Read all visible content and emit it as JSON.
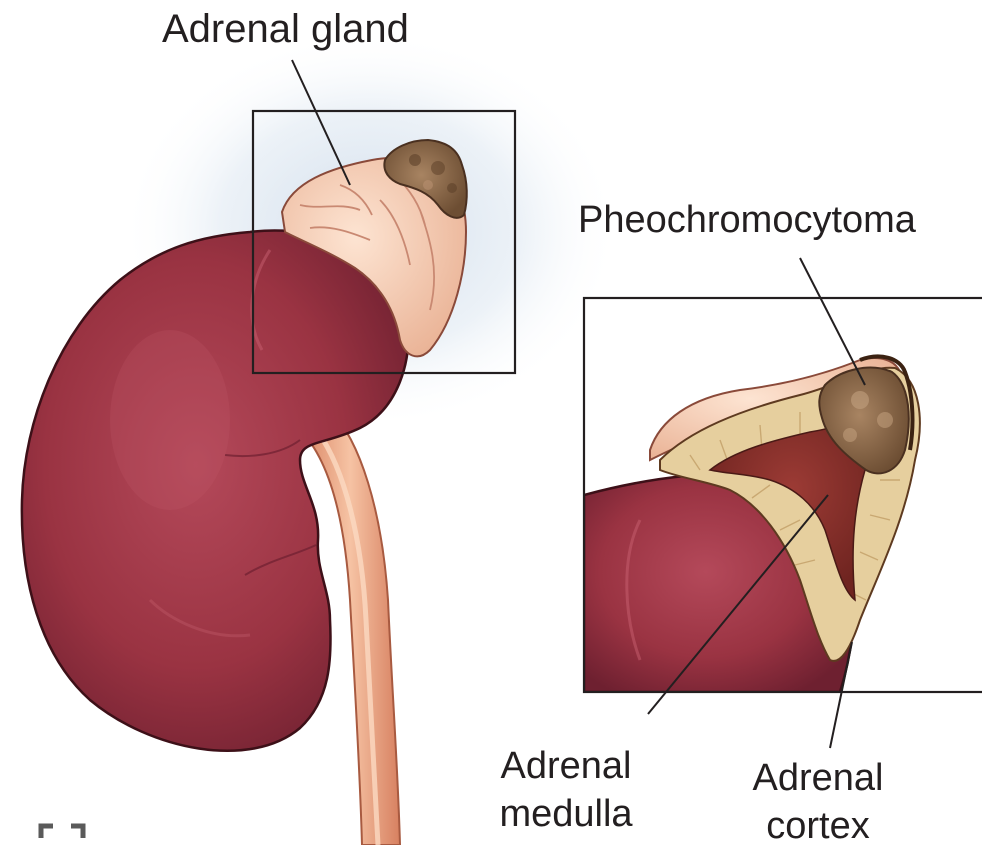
{
  "labels": {
    "adrenal_gland": "Adrenal gland",
    "pheochromocytoma": "Pheochromocytoma",
    "adrenal_medulla_line1": "Adrenal",
    "adrenal_medulla_line2": "medulla",
    "adrenal_cortex_line1": "Adrenal",
    "adrenal_cortex_line2": "cortex"
  },
  "corner_icon": "expand-icon",
  "colors": {
    "kidney": "#9a3342",
    "kidney_dark": "#5e1a26",
    "adrenal_gland": "#f6cdb4",
    "tumor": "#8a6848",
    "cortex": "#e6cf9e",
    "medulla": "#8c3230",
    "ureter": "#e9a07c",
    "halo": "#dde8f2"
  }
}
